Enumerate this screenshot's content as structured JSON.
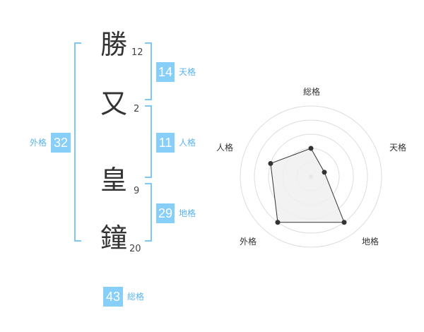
{
  "characters": [
    {
      "char": "勝",
      "strokes": "12"
    },
    {
      "char": "又",
      "strokes": "2"
    },
    {
      "char": "皇",
      "strokes": "9"
    },
    {
      "char": "鐘",
      "strokes": "20"
    }
  ],
  "kakusu": {
    "tenkaku": {
      "value": "14",
      "label": "天格"
    },
    "jinkaku": {
      "value": "11",
      "label": "人格"
    },
    "chikaku": {
      "value": "29",
      "label": "地格"
    },
    "gaikaku": {
      "value": "32",
      "label": "外格"
    },
    "soukaku": {
      "value": "43",
      "label": "総格"
    }
  },
  "colors": {
    "accent": "#87cef9",
    "bracket": "#7fc8f5",
    "label": "#5ab4ec",
    "ring": "#dddddd",
    "polygon_fill": "#f0f0f0",
    "polygon_stroke": "#333333"
  },
  "chart_data": {
    "type": "radar",
    "axes": [
      "総格",
      "天格",
      "地格",
      "外格",
      "人格"
    ],
    "scale": [
      0,
      5
    ],
    "values": [
      2,
      1,
      4,
      4,
      3
    ]
  }
}
